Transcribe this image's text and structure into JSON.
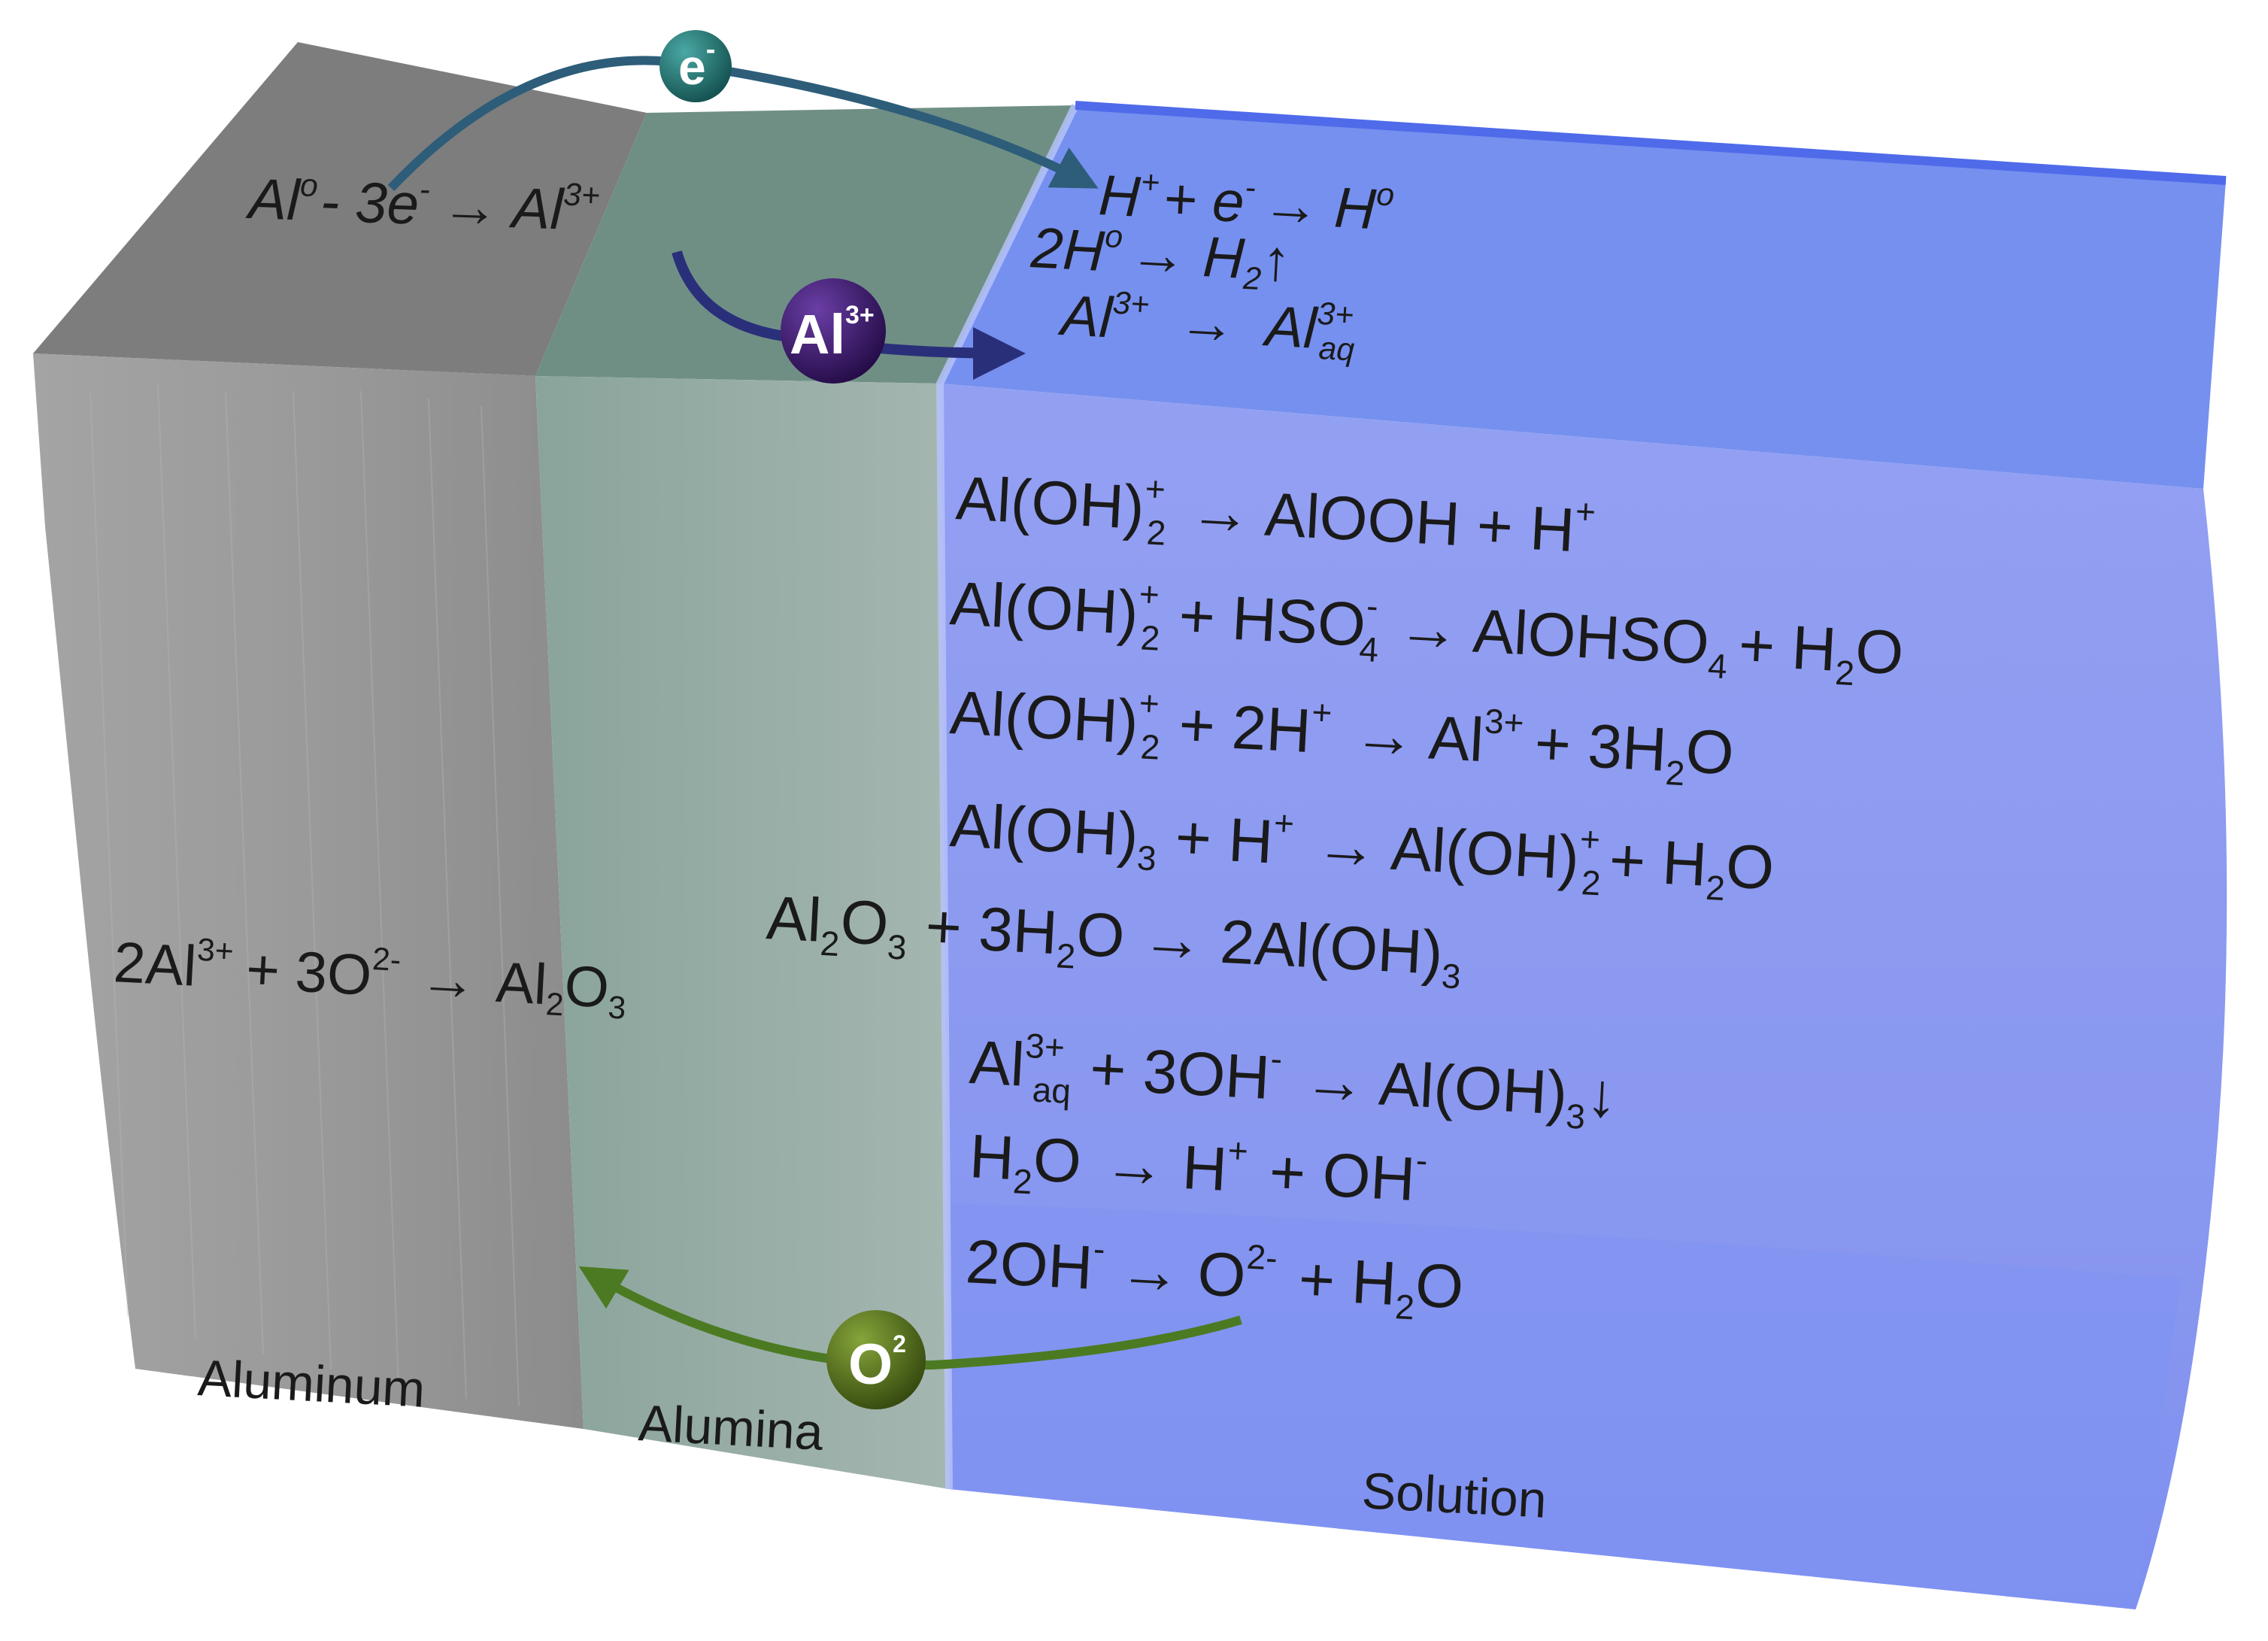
{
  "layers": {
    "aluminum": "Aluminum",
    "alumina": "Alumina",
    "solution": "Solution"
  },
  "particles": {
    "electron": {
      "base": "e",
      "sup": "-"
    },
    "aluminum_ion": {
      "base": "Al",
      "sup": "3+"
    },
    "oxygen_ion": {
      "base": "O",
      "sup": "2"
    }
  },
  "metal_equations": {
    "oxidation": {
      "p1": "Al",
      "p1_sup": "o",
      "p2": "- 3e",
      "p2_sup": "-",
      "arrow": "→",
      "p3": "Al",
      "p3_sup": "3+"
    },
    "oxide_formation": {
      "p1": "2Al",
      "p1_sup": "3+",
      "p2": "+ 3O",
      "p2_sup": "2-",
      "arrow": "→",
      "p3": "Al",
      "p3_sub1": "2",
      "p3_o": "O",
      "p3_sub2": "3"
    }
  },
  "solution_equations_top": {
    "hydrogen_reduction": {
      "p1": "H",
      "p1_sup": "+",
      "p2": "+ e",
      "p2_sup": "-",
      "arrow": "→",
      "p3": "H",
      "p3_sup": "o"
    },
    "hydrogen_gas": {
      "p1": "2H",
      "p1_sup": "o",
      "arrow": "→",
      "p2": "H",
      "p2_sub": "2",
      "p3": "↑"
    },
    "ion_hydration": {
      "p1": "Al",
      "p1_sup": "3+",
      "arrow": "→",
      "p2": "Al",
      "p2_sup": "3+",
      "p2_sub": "aq"
    }
  },
  "solution_equations_main": [
    {
      "t1": "Al(OH)",
      "t1_sup": "+",
      "t1_sub": "2",
      "rest": "→ AlOOH + H",
      "rest_sup": "+"
    },
    {
      "t1": "Al(OH)",
      "t1_sup": "+",
      "t1_sub": "2",
      "p2": "+ HSO",
      "p2_sup": "-",
      "p2_sub": "4",
      "p3": "→ AlOHSO",
      "p3_sub": "4",
      "p4": "+ H",
      "p4_sub": "2",
      "p5": "O"
    },
    {
      "t1": "Al(OH)",
      "t1_sup": "+",
      "t1_sub": "2",
      "p2": "+ 2H",
      "p2_sup": "+",
      "p3": "→ Al",
      "p3_sup": "3+",
      "p4": "+ 3H",
      "p4_sub": "2",
      "p5": "O"
    },
    {
      "t1": "Al(OH)",
      "t1_sub": "3",
      "p2": "+ H",
      "p2_sup": "+",
      "p3": "→ Al(OH)",
      "p3_sup": "+",
      "p3_sub": "2",
      "p4": "+ H",
      "p4_sub": "2",
      "p5": "O"
    },
    {
      "t1": "Al",
      "t1_sub": "2",
      "t1b": "O",
      "t1b_sub": "3",
      "p2": "+ 3H",
      "p2_sub": "2",
      "p3": "O → 2Al(OH)",
      "p3_sub": "3"
    },
    {
      "t1": "Al",
      "t1_sup": "3+",
      "t1_sub": "aq",
      "p2": "+ 3OH",
      "p2_sup": "-",
      "p3": "→ Al(OH)",
      "p3_sub": "3",
      "p4": "↓"
    },
    {
      "t1": "H",
      "t1_sub": "2",
      "t1b": "O",
      "p2": "→ H",
      "p2_sup": "+",
      "p3": "+ OH",
      "p3_sup": "-"
    },
    {
      "t1": "2OH",
      "t1_sup": "-",
      "p2": "→ O",
      "p2_sup": "2-",
      "p3": "+ H",
      "p3_sub": "2",
      "p4": "O"
    }
  ],
  "colors": {
    "aluminum_front": "#9c9c9c",
    "aluminum_top": "#7a7a7a",
    "alumina_front": "#93aaa2",
    "alumina_top": "#6f8f85",
    "solution_front": "#8f9bf0",
    "solution_top": "#6c86ee",
    "electron_ball": "#1d6f6d",
    "aluminum_ball": "#33115f",
    "oxygen_ball": "#4f6a14",
    "electron_arrow": "#2d5d79",
    "ion_arrow": "#2a2f7a",
    "oxygen_arrow": "#4c7a22"
  }
}
